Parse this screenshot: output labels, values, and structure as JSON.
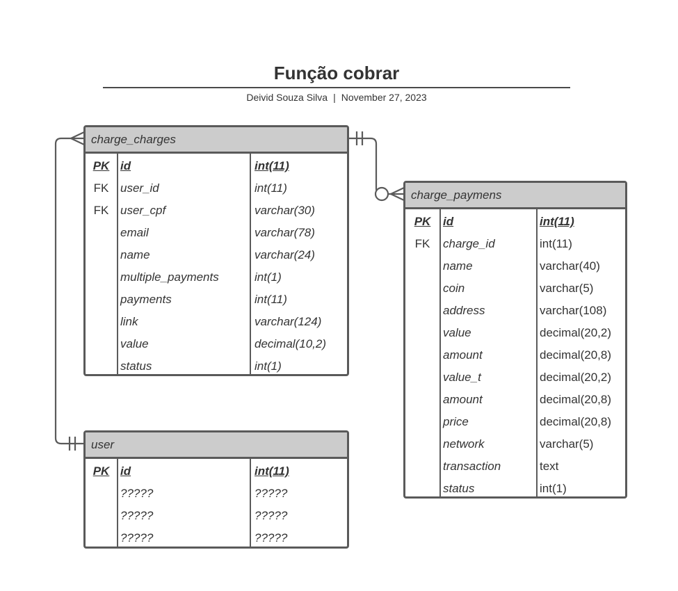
{
  "header": {
    "title": "Função cobrar",
    "author": "Deivid Souza Silva",
    "separator": "|",
    "date": "November 27, 2023"
  },
  "colors": {
    "border": "#5a5a5a",
    "header_fill": "#cccccc",
    "text": "#333333"
  },
  "entities": {
    "charge_charges": {
      "name": "charge_charges",
      "rows": [
        {
          "key": "PK",
          "field": "id",
          "type": "int(11)"
        },
        {
          "key": "FK",
          "field": "user_id",
          "type": "int(11)"
        },
        {
          "key": "FK",
          "field": "user_cpf",
          "type": "varchar(30)"
        },
        {
          "key": "",
          "field": "email",
          "type": "varchar(78)"
        },
        {
          "key": "",
          "field": "name",
          "type": "varchar(24)"
        },
        {
          "key": "",
          "field": "multiple_payments",
          "type": "int(1)"
        },
        {
          "key": "",
          "field": "payments",
          "type": "int(11)"
        },
        {
          "key": "",
          "field": "link",
          "type": "varchar(124)"
        },
        {
          "key": "",
          "field": "value",
          "type": "decimal(10,2)"
        },
        {
          "key": "",
          "field": "status",
          "type": "int(1)"
        }
      ]
    },
    "charge_paymens": {
      "name": "charge_paymens",
      "rows": [
        {
          "key": "PK",
          "field": "id",
          "type": "int(11)"
        },
        {
          "key": "FK",
          "field": "charge_id",
          "type": "int(11)"
        },
        {
          "key": "",
          "field": "name",
          "type": "varchar(40)"
        },
        {
          "key": "",
          "field": "coin",
          "type": "varchar(5)"
        },
        {
          "key": "",
          "field": "address",
          "type": "varchar(108)"
        },
        {
          "key": "",
          "field": "value",
          "type": "decimal(20,2)"
        },
        {
          "key": "",
          "field": "amount",
          "type": "decimal(20,8)"
        },
        {
          "key": "",
          "field": "value_t",
          "type": "decimal(20,2)"
        },
        {
          "key": "",
          "field": "amount",
          "type": "decimal(20,8)"
        },
        {
          "key": "",
          "field": "price",
          "type": "decimal(20,8)"
        },
        {
          "key": "",
          "field": "network",
          "type": "varchar(5)"
        },
        {
          "key": "",
          "field": "transaction",
          "type": "text"
        },
        {
          "key": "",
          "field": "status",
          "type": "int(1)"
        }
      ]
    },
    "user": {
      "name": "user",
      "rows": [
        {
          "key": "PK",
          "field": "id",
          "type": "int(11)"
        },
        {
          "key": "",
          "field": "?????",
          "type": "?????"
        },
        {
          "key": "",
          "field": "?????",
          "type": "?????"
        },
        {
          "key": "",
          "field": "?????",
          "type": "?????"
        }
      ]
    }
  },
  "relationships": [
    {
      "from": "charge_charges",
      "from_end": "many",
      "to": "user",
      "to_end": "exactly-one"
    },
    {
      "from": "charge_charges",
      "from_end": "exactly-one",
      "to": "charge_paymens",
      "to_end": "zero-or-many"
    }
  ]
}
